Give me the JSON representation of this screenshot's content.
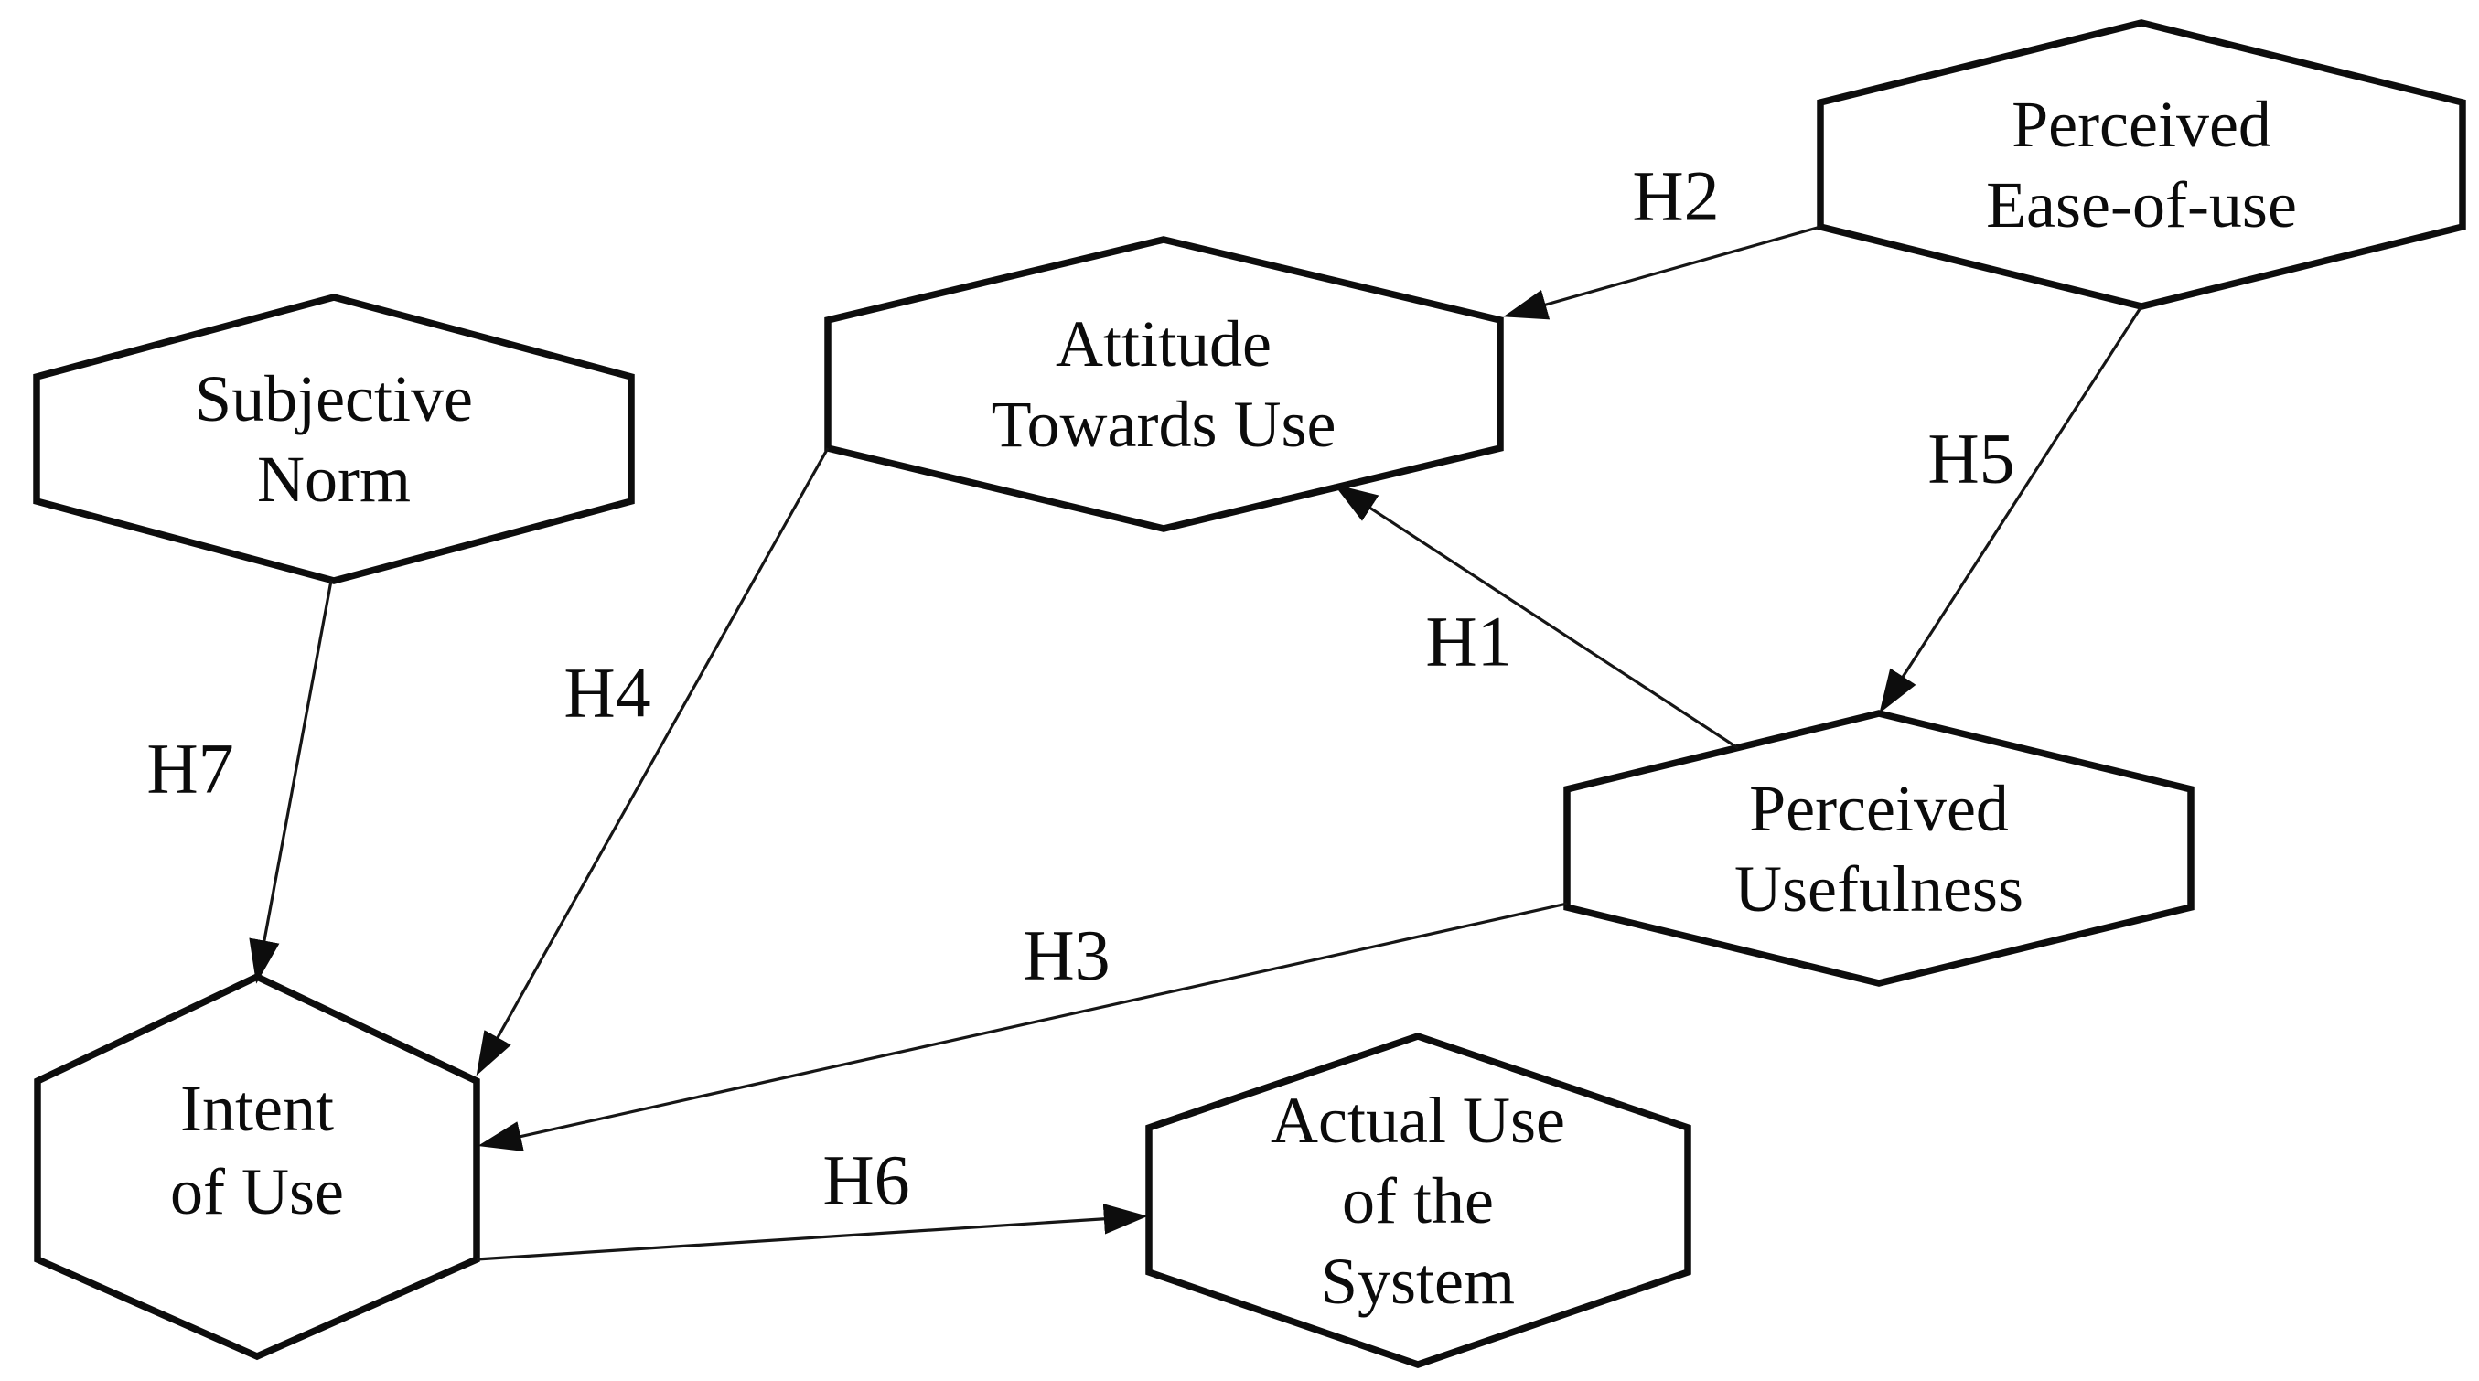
{
  "figure": {
    "type": "flow-diagram",
    "node_shape": "hexagon",
    "background": "#ffffff",
    "shape_fill": "#ffffff",
    "line_color": "#161616",
    "border_color": "#0d0d0d",
    "text_color": "#0b0b0b"
  },
  "nodes": [
    {
      "id": "subjective-norm",
      "label": "Subjective Norm",
      "lines": [
        "Subjective",
        "Norm"
      ]
    },
    {
      "id": "attitude-towards-use",
      "label": "Attitude Towards Use",
      "lines": [
        "Attitude",
        "Towards Use"
      ]
    },
    {
      "id": "perceived-ease-of-use",
      "label": "Perceived Ease-of-use",
      "lines": [
        "Perceived",
        "Ease-of-use"
      ]
    },
    {
      "id": "perceived-usefulness",
      "label": "Perceived Usefulness",
      "lines": [
        "Perceived",
        "Usefulness"
      ]
    },
    {
      "id": "intent-of-use",
      "label": "Intent of Use",
      "lines": [
        "Intent",
        "of Use"
      ]
    },
    {
      "id": "actual-use-of-the-system",
      "label": "Actual Use of the System",
      "lines": [
        "Actual Use",
        "of the",
        "System"
      ]
    }
  ],
  "edges": [
    {
      "label": "H1",
      "from": "perceived-usefulness",
      "to": "attitude-towards-use"
    },
    {
      "label": "H2",
      "from": "perceived-ease-of-use",
      "to": "attitude-towards-use"
    },
    {
      "label": "H3",
      "from": "perceived-usefulness",
      "to": "intent-of-use"
    },
    {
      "label": "H4",
      "from": "attitude-towards-use",
      "to": "intent-of-use"
    },
    {
      "label": "H5",
      "from": "perceived-ease-of-use",
      "to": "perceived-usefulness"
    },
    {
      "label": "H6",
      "from": "intent-of-use",
      "to": "actual-use-of-the-system"
    },
    {
      "label": "H7",
      "from": "subjective-norm",
      "to": "intent-of-use"
    }
  ]
}
